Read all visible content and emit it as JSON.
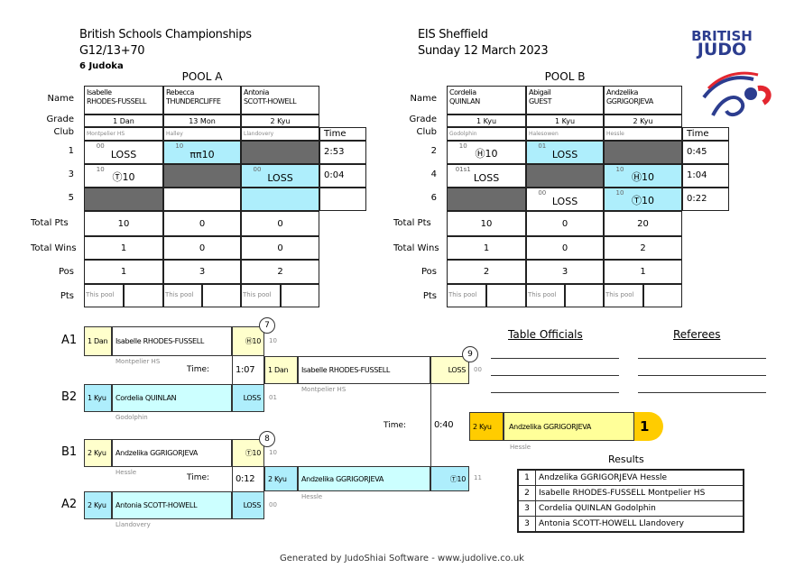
{
  "header": {
    "event": "British Schools Championships",
    "category": "G12/13+70",
    "count": "6 Judoka",
    "venue": "EIS Sheffield",
    "date": "Sunday 12 March 2023",
    "logo": "BRITISH JUDO"
  },
  "labels": {
    "name": "Name",
    "grade": "Grade",
    "club": "Club",
    "time": "Time",
    "total_pts": "Total Pts",
    "total_wins": "Total Wins",
    "pos": "Pos",
    "pts": "Pts",
    "this_pool": "This pool"
  },
  "pools": [
    {
      "title": "POOL A",
      "players": [
        {
          "first": "Isabelle",
          "last": "RHODES-FUSSELL",
          "grade": "1 Dan",
          "club": "Montpelier HS",
          "total_pts": "10",
          "total_wins": "1",
          "pos": "1"
        },
        {
          "first": "Rebecca",
          "last": "THUNDERCLIFFE",
          "grade": "13 Mon",
          "club": "Halley",
          "total_pts": "0",
          "total_wins": "0",
          "pos": "3"
        },
        {
          "first": "Antonia",
          "last": "SCOTT-HOWELL",
          "grade": "2 Kyu",
          "club": "Llandovery",
          "total_pts": "0",
          "total_wins": "0",
          "pos": "2"
        }
      ],
      "matches": [
        {
          "no": "1",
          "time": "2:53",
          "cells": [
            {
              "kind": "white",
              "score": "00",
              "result": "LOSS"
            },
            {
              "kind": "blue",
              "score": "10",
              "result": "ππ10"
            },
            {
              "kind": "gray"
            }
          ]
        },
        {
          "no": "3",
          "time": "0:04",
          "cells": [
            {
              "kind": "white",
              "score": "10",
              "result": "Ⓣ10"
            },
            {
              "kind": "gray"
            },
            {
              "kind": "blue",
              "score": "00",
              "result": "LOSS"
            }
          ]
        },
        {
          "no": "5",
          "time": "",
          "cells": [
            {
              "kind": "gray"
            },
            {
              "kind": "white"
            },
            {
              "kind": "blue"
            }
          ]
        }
      ]
    },
    {
      "title": "POOL B",
      "players": [
        {
          "first": "Cordelia",
          "last": "QUINLAN",
          "grade": "1 Kyu",
          "club": "Godolphin",
          "total_pts": "10",
          "total_wins": "1",
          "pos": "2"
        },
        {
          "first": "Abigail",
          "last": "GUEST",
          "grade": "1 Kyu",
          "club": "Halesowen",
          "total_pts": "0",
          "total_wins": "0",
          "pos": "3"
        },
        {
          "first": "Andzelika",
          "last": "GGRIGORJEVA",
          "grade": "2 Kyu",
          "club": "Hessle",
          "total_pts": "20",
          "total_wins": "2",
          "pos": "1"
        }
      ],
      "matches": [
        {
          "no": "2",
          "time": "0:45",
          "cells": [
            {
              "kind": "white",
              "score": "10",
              "result": "Ⓗ10"
            },
            {
              "kind": "blue",
              "score": "01",
              "result": "LOSS"
            },
            {
              "kind": "gray"
            }
          ]
        },
        {
          "no": "4",
          "time": "1:04",
          "cells": [
            {
              "kind": "white",
              "score": "01s1",
              "result": "LOSS"
            },
            {
              "kind": "gray"
            },
            {
              "kind": "blue",
              "score": "10",
              "result": "Ⓗ10"
            }
          ]
        },
        {
          "no": "6",
          "time": "0:22",
          "cells": [
            {
              "kind": "gray"
            },
            {
              "kind": "white",
              "score": "00",
              "result": "LOSS"
            },
            {
              "kind": "blue",
              "score": "10",
              "result": "Ⓣ10"
            }
          ]
        }
      ]
    }
  ],
  "bracket": {
    "time_label": "Time:",
    "sf1": {
      "no": "7",
      "time": "1:07",
      "a": {
        "seed": "A1",
        "grade": "1 Dan",
        "name": "Isabelle RHODES-FUSSELL",
        "club": "Montpelier HS",
        "result": "Ⓗ10",
        "score": "10"
      },
      "b": {
        "seed": "B2",
        "grade": "1 Kyu",
        "name": "Cordelia QUINLAN",
        "club": "Godolphin",
        "result": "LOSS",
        "score": "01"
      }
    },
    "sf2": {
      "no": "8",
      "time": "0:12",
      "a": {
        "seed": "B1",
        "grade": "2 Kyu",
        "name": "Andzelika GGRIGORJEVA",
        "club": "Hessle",
        "result": "Ⓣ10",
        "score": "10"
      },
      "b": {
        "seed": "A2",
        "grade": "2 Kyu",
        "name": "Antonia SCOTT-HOWELL",
        "club": "Llandovery",
        "result": "LOSS",
        "score": "00"
      }
    },
    "final": {
      "no": "9",
      "time": "0:40",
      "a": {
        "grade": "1 Dan",
        "name": "Isabelle RHODES-FUSSELL",
        "club": "Montpelier HS",
        "result": "LOSS",
        "score": "00"
      },
      "b": {
        "grade": "2 Kyu",
        "name": "Andzelika GGRIGORJEVA",
        "club": "Hessle",
        "result": "Ⓣ10",
        "score": "11"
      }
    },
    "winner": {
      "grade": "2 Kyu",
      "name": "Andzelika GGRIGORJEVA",
      "club": "Hessle",
      "place": "1"
    }
  },
  "officials": {
    "table": "Table Officials",
    "referees": "Referees"
  },
  "results": {
    "title": "Results",
    "rows": [
      {
        "place": "1",
        "text": "Andzelika GGRIGORJEVA Hessle"
      },
      {
        "place": "2",
        "text": "Isabelle RHODES-FUSSELL Montpelier HS"
      },
      {
        "place": "3",
        "text": "Cordelia QUINLAN Godolphin"
      },
      {
        "place": "3",
        "text": "Antonia SCOTT-HOWELL Llandovery"
      }
    ]
  },
  "footer": "Generated by JudoShiai Software - www.judolive.co.uk",
  "colors": {
    "gray": "#6b6b6b",
    "blue": "#aeeefc",
    "yellow": "#ffffcc",
    "cyan": "#ccffff",
    "gold": "#ffcc00",
    "winner": "#ffff99"
  }
}
